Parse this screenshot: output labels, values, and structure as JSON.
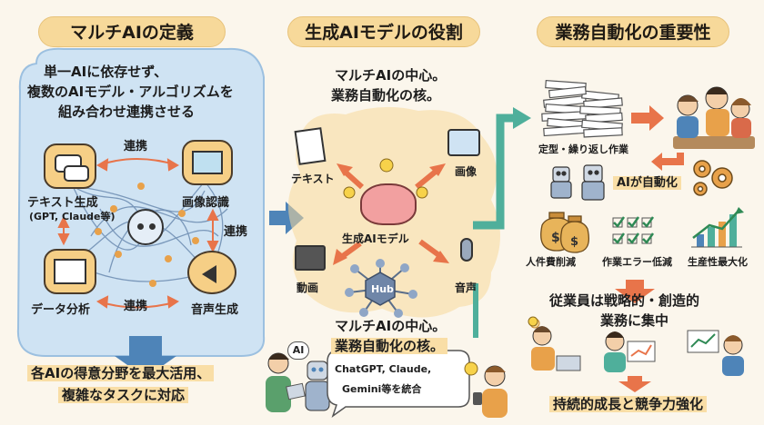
{
  "left": {
    "title": "マルチAIの定義",
    "desc": [
      "単一AIに依存せず、",
      "複数のAIモデル・アルゴリズムを",
      "組み合わせ連携させる"
    ],
    "link_top": "連携",
    "link_right": "連携",
    "link_bottom": "連携",
    "node_text": "テキスト生成",
    "node_text_sub": "(GPT, Claude等)",
    "node_image": "画像認識",
    "node_data": "データ分析",
    "node_audio": "音声生成",
    "bottom": [
      "各AIの得意分野を最大活用、",
      "複雑なタスクに対応"
    ]
  },
  "middle": {
    "title": "生成AIモデルの役割",
    "core_top": [
      "マルチAIの中心。",
      "業務自動化の核。"
    ],
    "label_text": "テキスト",
    "label_image": "画像",
    "label_center": "生成AIモデル",
    "label_video": "動画",
    "label_audio": "音声",
    "hub": "Hub",
    "core_bottom": [
      "マルチAIの中心。",
      "業務自動化の核。"
    ],
    "ai_badge": "AI",
    "bubble": [
      "ChatGPT, Claude,",
      "Gemini等を統合"
    ]
  },
  "right": {
    "title": "業務自動化の重要性",
    "repetitive": "定型・繰り返し作業",
    "auto": "AIが自動化",
    "benefit_cost": "人件費削減",
    "benefit_error": "作業エラー低減",
    "benefit_prod": "生産性最大化",
    "focus": [
      "従業員は戦略的・創造的",
      "業務に集中"
    ],
    "bottom": "持続的成長と競争力強化"
  },
  "colors": {
    "accent_orange": "#e8744a",
    "blue_panel": "#cfe3f3",
    "blue_arrow": "#4e84b8",
    "teal_arrow": "#4faf9b",
    "pill": "#f7d99a"
  }
}
